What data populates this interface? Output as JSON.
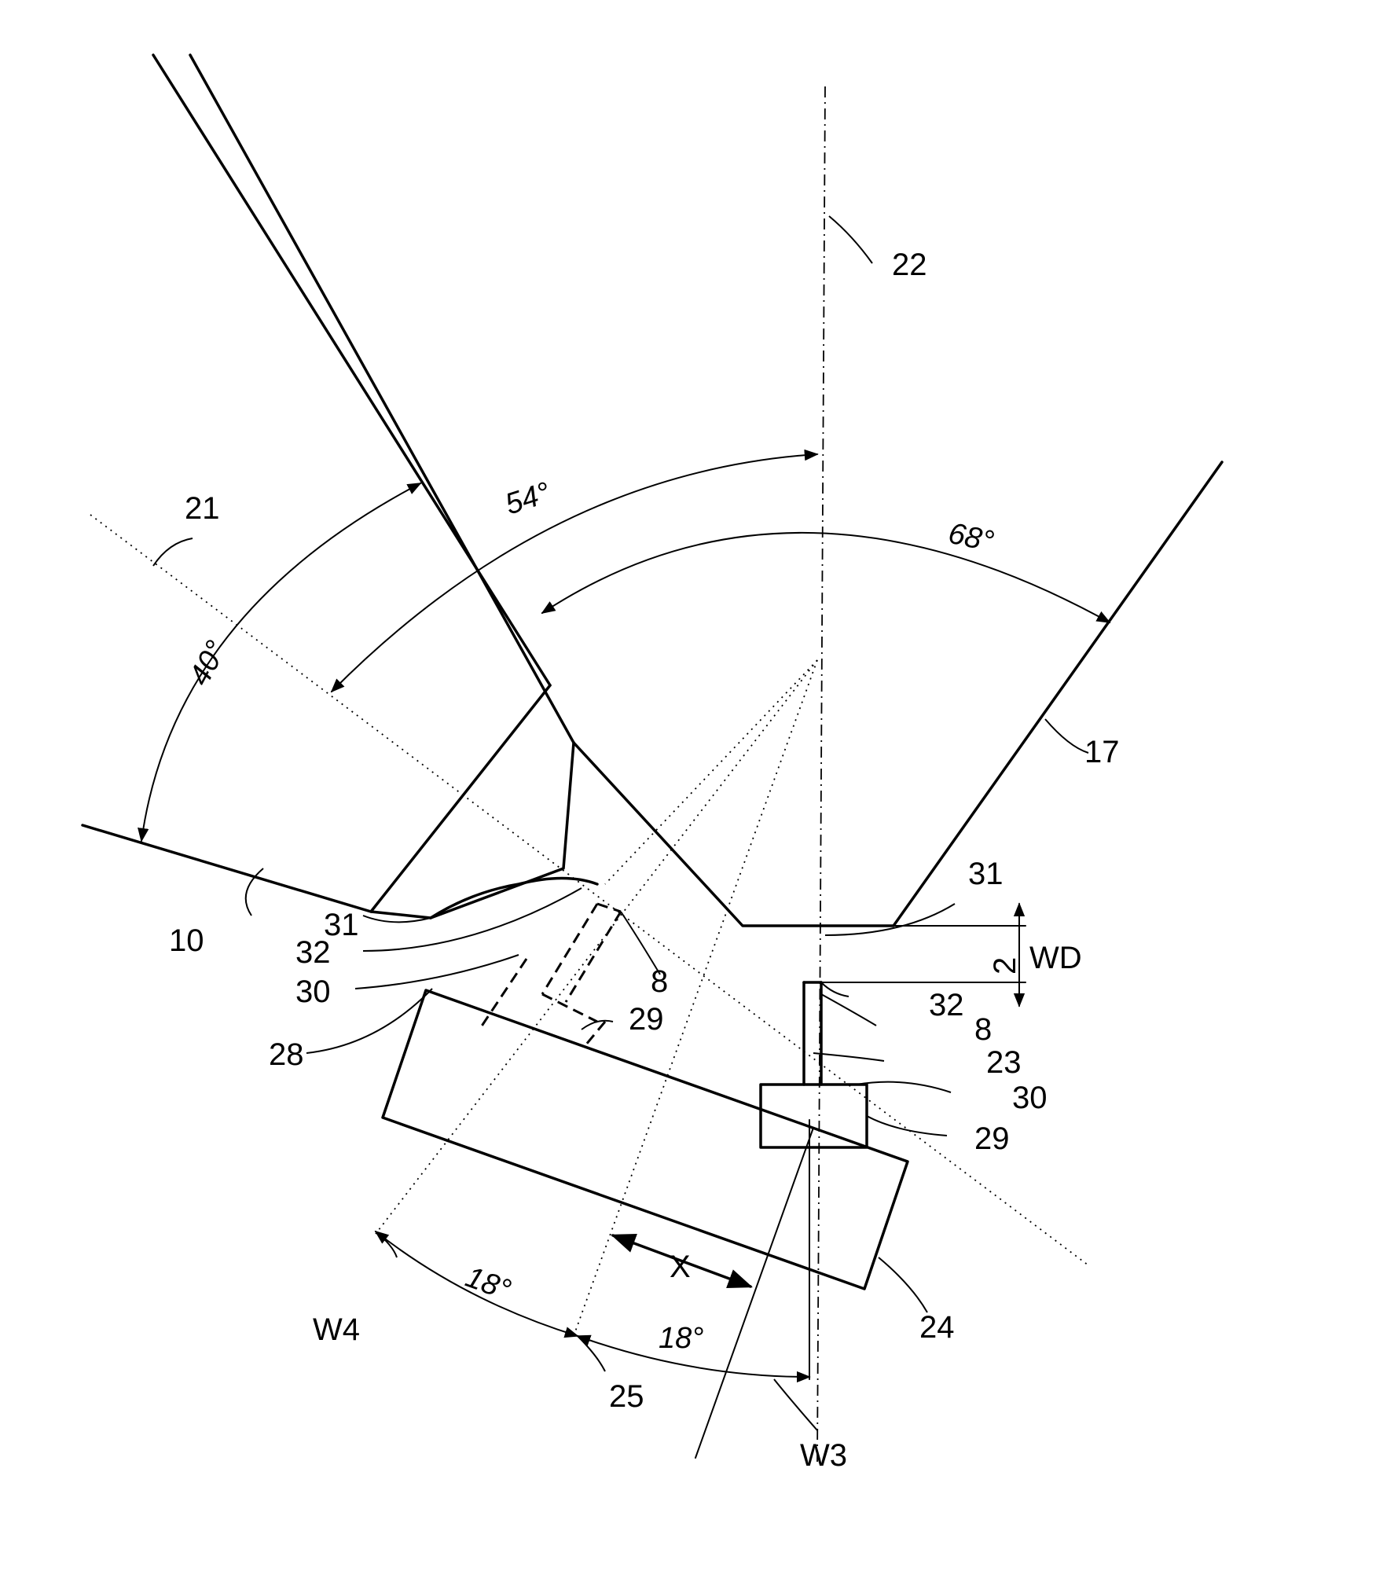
{
  "labels": {
    "n22": "22",
    "n21": "21",
    "n17": "17",
    "n10": "10",
    "n31_left": "31",
    "n32_left": "32",
    "n30_left": "30",
    "n28": "28",
    "n29_left": "29",
    "n8_left": "8",
    "n31_right": "31",
    "n32_right": "32",
    "n8_right": "8",
    "n23": "23",
    "n30_right": "30",
    "n29_right": "29",
    "n24": "24",
    "n25": "25",
    "w4": "W4",
    "w3": "W3",
    "x": "X",
    "dim_2": "2",
    "wd": "WD"
  },
  "angles": {
    "a40": "40°",
    "a54": "54°",
    "a68": "68°",
    "a18_left": "18°",
    "a18_right": "18°"
  }
}
